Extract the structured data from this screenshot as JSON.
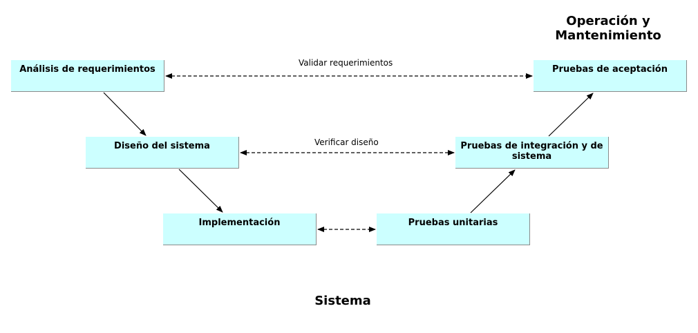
{
  "titles": {
    "top_right": "Operación y Mantenimiento",
    "bottom": "Sistema"
  },
  "boxes": {
    "analisis": "Análisis de requerimientos",
    "diseno": "Diseño del sistema",
    "implementacion": "Implementación",
    "aceptacion": "Pruebas de aceptación",
    "integracion": "Pruebas de integración y de sistema",
    "unitarias": "Pruebas unitarias"
  },
  "links": {
    "validar": "Validar requerimientos",
    "verificar": "Verificar diseño"
  },
  "colors": {
    "box_fill": "#ccffff",
    "box_edge": "#8a8a8a"
  }
}
